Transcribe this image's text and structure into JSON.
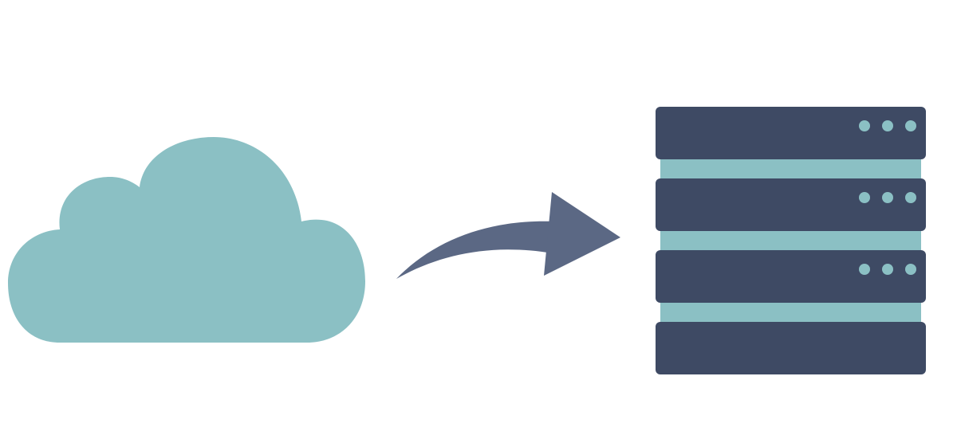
{
  "diagram": {
    "nodes": [
      {
        "id": "cloud",
        "icon": "cloud-icon"
      },
      {
        "id": "server",
        "icon": "server-rack-icon"
      }
    ],
    "edges": [
      {
        "from": "cloud",
        "to": "server",
        "icon": "curved-arrow-icon"
      }
    ],
    "server_rack": {
      "units": 4,
      "units_with_indicator_lights": 3,
      "indicator_lights_per_unit": 3
    }
  },
  "colors": {
    "background": "#ffffff",
    "cloud": "#8bc0c4",
    "arrow": "#5b6884",
    "server_unit": "#3e4a64",
    "server_rail": "#8bc0c4",
    "indicator_light": "#8bc0c4"
  }
}
